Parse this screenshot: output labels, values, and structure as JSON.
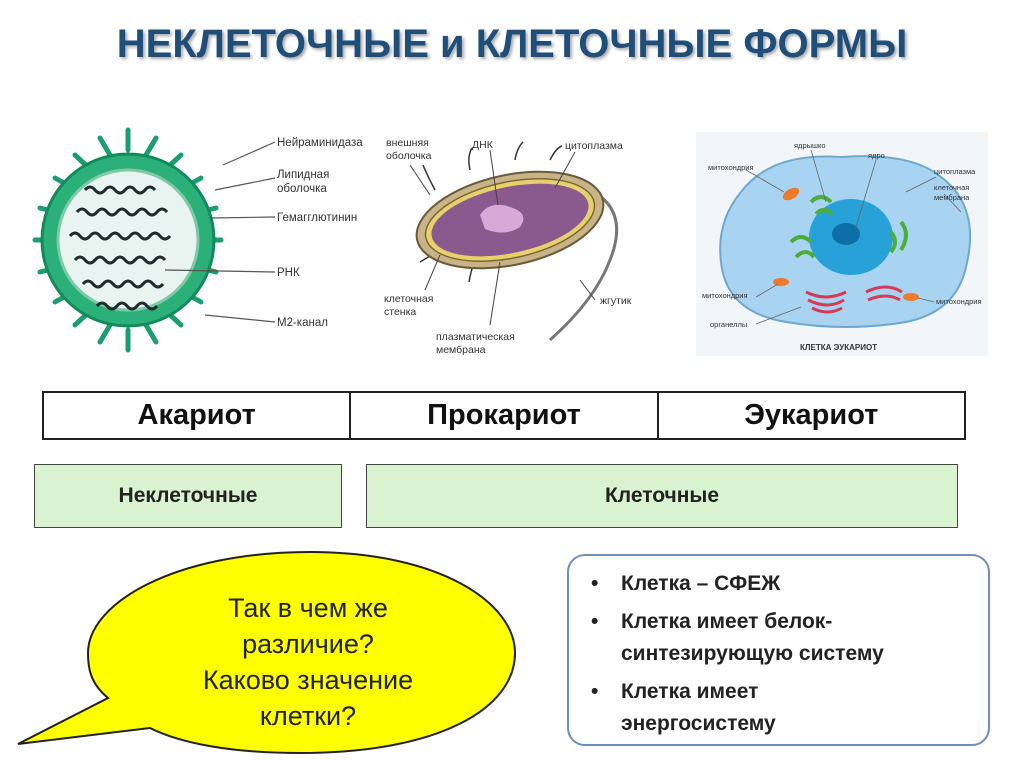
{
  "title": "НЕКЛЕТОЧНЫЕ и КЛЕТОЧНЫЕ ФОРМЫ",
  "virus": {
    "labels": [
      "Нейраминидаза",
      "Липидная",
      "оболочка",
      "Гемагглютинин",
      "РНК",
      "М2-канал"
    ]
  },
  "bacterium": {
    "labels": [
      "внешняя",
      "оболочка",
      "ДНК",
      "цитоплазма",
      "клеточная",
      "стенка",
      "жгутик",
      "плазматическая",
      "мембрана"
    ]
  },
  "eukaryote": {
    "labels": [
      "ядрышко",
      "ядро",
      "митохондрия",
      "цитоплазма",
      "клеточная",
      "мембрана",
      "митохондрия",
      "органеллы",
      "митохондрия"
    ],
    "caption": "КЛЕТКА ЭУКАРИОТ"
  },
  "table": [
    "Акариот",
    "Прокариот",
    "Эукариот"
  ],
  "groups": {
    "noncellular": "Неклеточные",
    "cellular": "Клеточные"
  },
  "bubble": {
    "lines": [
      "Так в чем же",
      "различие?",
      "Каково значение",
      "клетки?"
    ],
    "fill": "#ffff00"
  },
  "facts": {
    "items": [
      [
        "Клетка – СФЕЖ"
      ],
      [
        "Клетка имеет белок-",
        "синтезирующую систему"
      ],
      [
        "Клетка имеет",
        "энергосистему"
      ]
    ]
  },
  "colors": {
    "title": "#1f4e79",
    "group_fill": "#d9f2d0",
    "virus": "#1a9e6e",
    "info_border": "#6f8fb7"
  }
}
